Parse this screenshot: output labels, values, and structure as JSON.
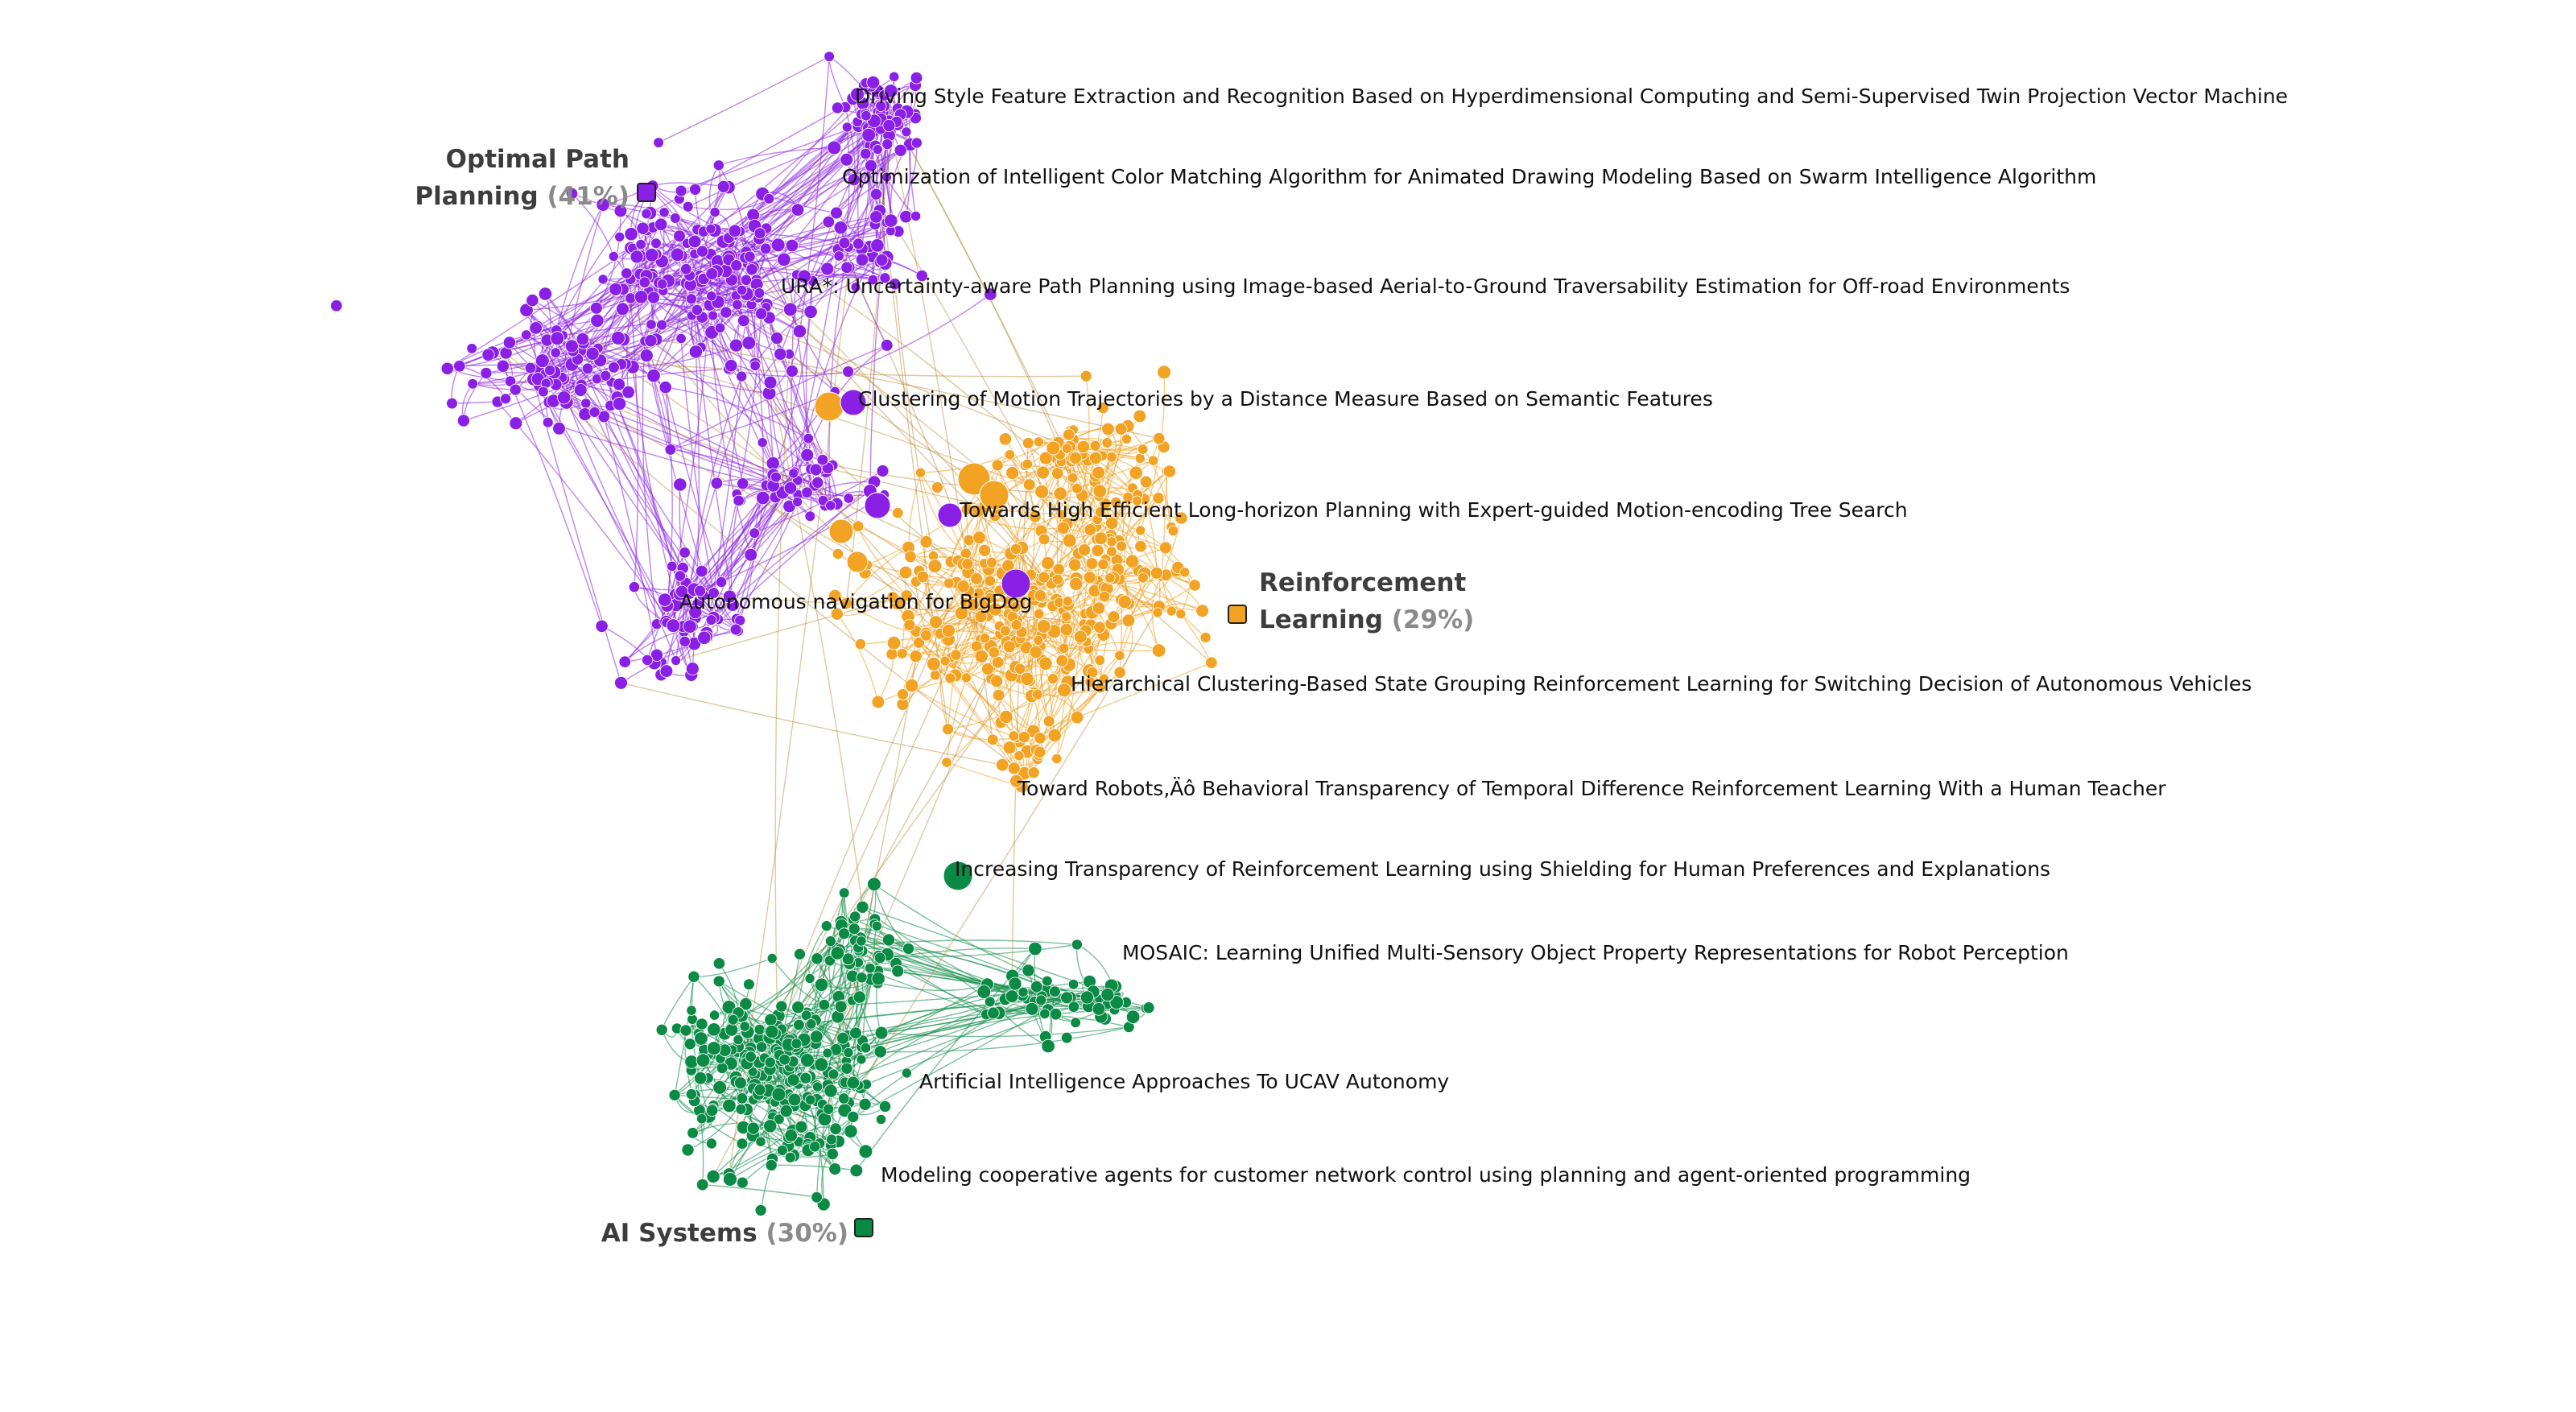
{
  "clusters": [
    {
      "id": "path",
      "name_line1": "Optimal Path",
      "name_line2": "Planning",
      "percent": "(41%)",
      "color": "#8a1fe6"
    },
    {
      "id": "rl",
      "name_line1": "Reinforcement",
      "name_line2": "Learning",
      "percent": "(29%)",
      "color": "#f2a324"
    },
    {
      "id": "ai",
      "name_line1": "AI Systems",
      "name_line2": "",
      "percent": "(30%)",
      "color": "#0b8a45"
    }
  ],
  "papers": [
    {
      "cluster": "path",
      "title": "Driving Style Feature Extraction and Recognition Based on Hyperdimensional Computing and Semi-Supervised Twin Projection Vector Machine"
    },
    {
      "cluster": "path",
      "title": "Optimization of Intelligent Color Matching Algorithm for Animated Drawing Modeling Based on Swarm Intelligence Algorithm"
    },
    {
      "cluster": "path",
      "title": "URA*: Uncertainty-aware Path Planning using Image-based Aerial-to-Ground Traversability Estimation for Off-road Environments"
    },
    {
      "cluster": "path",
      "title": "Clustering of Motion Trajectories by a Distance Measure Based on Semantic Features"
    },
    {
      "cluster": "path",
      "title": "Towards High Efficient Long-horizon Planning with Expert-guided Motion-encoding Tree Search"
    },
    {
      "cluster": "path",
      "title": "Autonomous navigation for BigDog"
    },
    {
      "cluster": "rl",
      "title": "Hierarchical Clustering-Based State Grouping Reinforcement Learning for Switching Decision of Autonomous Vehicles"
    },
    {
      "cluster": "rl",
      "title": "Toward Robots‚Äô Behavioral Transparency of Temporal Difference Reinforcement Learning With a Human Teacher"
    },
    {
      "cluster": "ai",
      "title": "Increasing Transparency of Reinforcement Learning using Shielding for Human Preferences and Explanations"
    },
    {
      "cluster": "ai",
      "title": "MOSAIC: Learning Unified Multi-Sensory Object Property Representations for Robot Perception"
    },
    {
      "cluster": "ai",
      "title": "Artificial Intelligence Approaches To UCAV Autonomy"
    },
    {
      "cluster": "ai",
      "title": "Modeling cooperative agents for customer network control using planning and agent-oriented programming"
    }
  ]
}
